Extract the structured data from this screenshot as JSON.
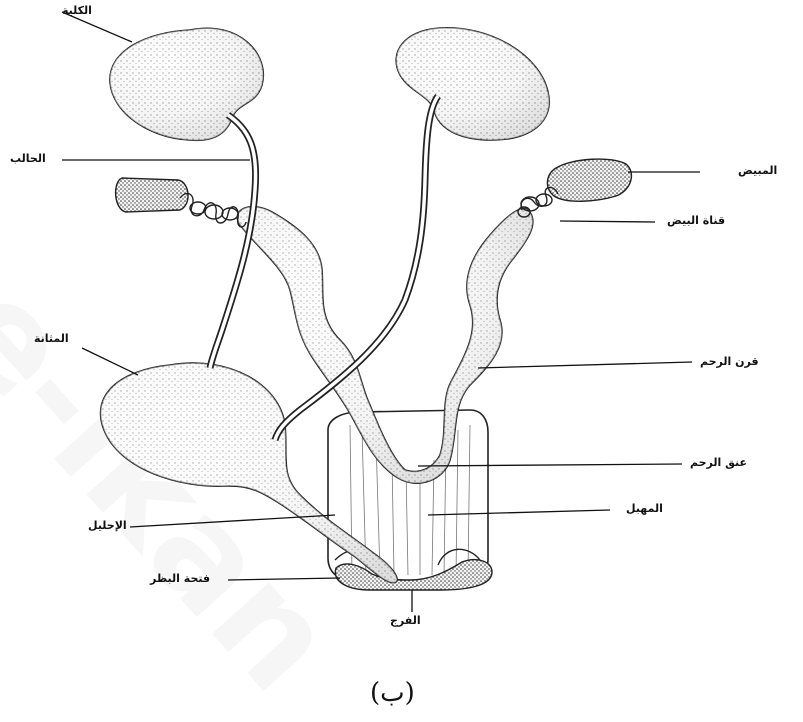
{
  "labels": {
    "kidney": "الكلية",
    "ureter": "الحالب",
    "bladder": "المثانة",
    "urethra": "الإحليل",
    "ovary": "المبيض",
    "oviduct": "قناة البيض",
    "uterine_horn": "قرن الرحم",
    "cervix": "عنق الرحم",
    "vagina": "المهبل",
    "vestibule": "فتحة البظر",
    "vulva": "الفرج"
  },
  "caption": "(ب)",
  "watermark": "e-ikan"
}
